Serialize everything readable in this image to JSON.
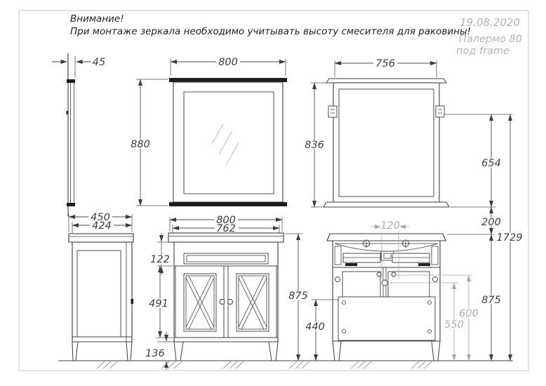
{
  "header": {
    "warning_title": "Внимание!",
    "warning_text": "При монтаже зеркала необходимо учитывать высоту смесителя для раковины!",
    "date": "19.08.2020",
    "product": "Палермо 80",
    "product_variant": "под frame"
  },
  "dims": {
    "mirror_depth": "45",
    "mirror_height": "880",
    "mirror_width": "800",
    "mirror_back_width": "756",
    "mirror_back_height": "836",
    "bracket_to_mirror_bottom": "654",
    "mirror_to_cabinet": "200",
    "total_height": "1729",
    "cabinet_depth": "450",
    "cabinet_inner_depth": "424",
    "cabinet_width": "800",
    "cabinet_inner_width": "762",
    "apron_height": "122",
    "door_height": "491",
    "leg_height": "136",
    "cabinet_height_front": "875",
    "cabinet_height_back": "875",
    "drain_spacing": "120",
    "back_panel_height": "440",
    "fix_height_600": "600",
    "fix_height_550": "550"
  }
}
